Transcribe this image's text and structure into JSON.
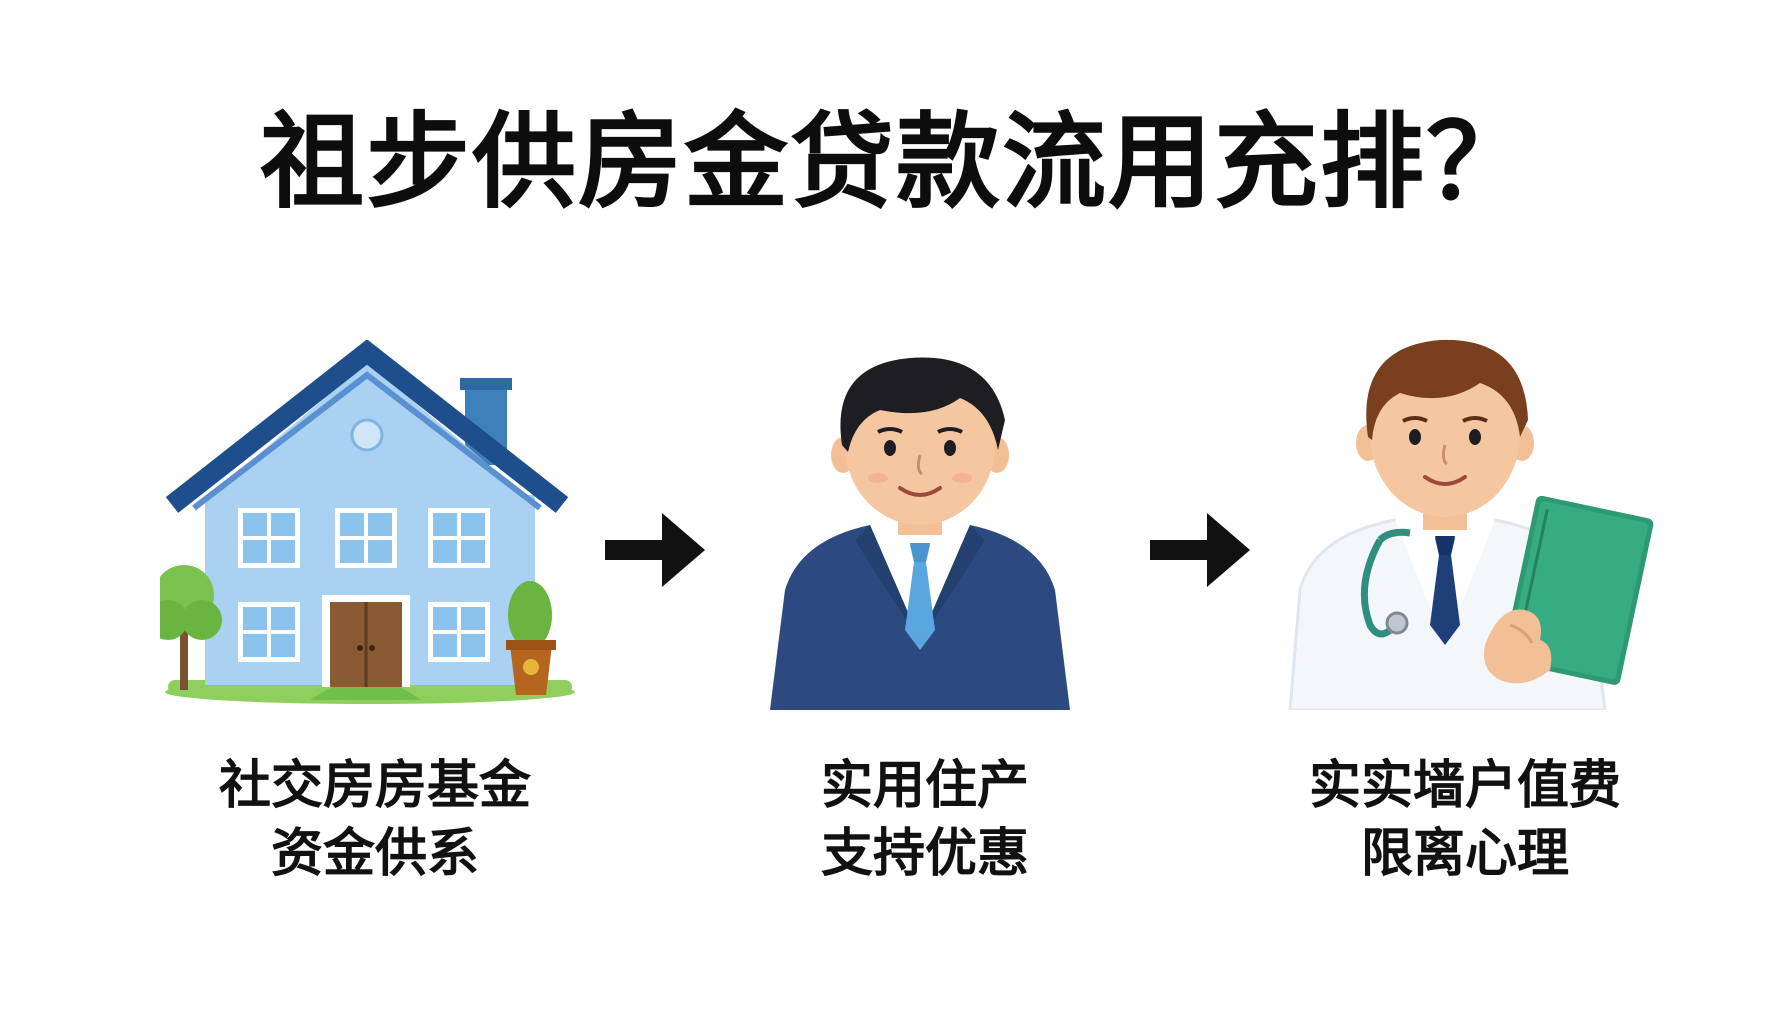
{
  "title": "祖步供房金贷款流用充排？",
  "steps": [
    {
      "icon": "house-icon",
      "caption_line1": "社交房房基金",
      "caption_line2": "资金供系"
    },
    {
      "icon": "businessman-icon",
      "caption_line1": "实用住产",
      "caption_line2": "支持优惠"
    },
    {
      "icon": "doctor-icon",
      "caption_line1": "实实墙户值费",
      "caption_line2": "限离心理"
    }
  ],
  "arrows": [
    "right-arrow-icon",
    "right-arrow-icon"
  ],
  "colors": {
    "background": "#ffffff",
    "text": "#111111",
    "roof": "#1f4e8c",
    "house_wall": "#a9d1f2",
    "suit": "#2c4a80",
    "tie_blue": "#5aa7e0",
    "clipboard": "#2e9a74"
  }
}
